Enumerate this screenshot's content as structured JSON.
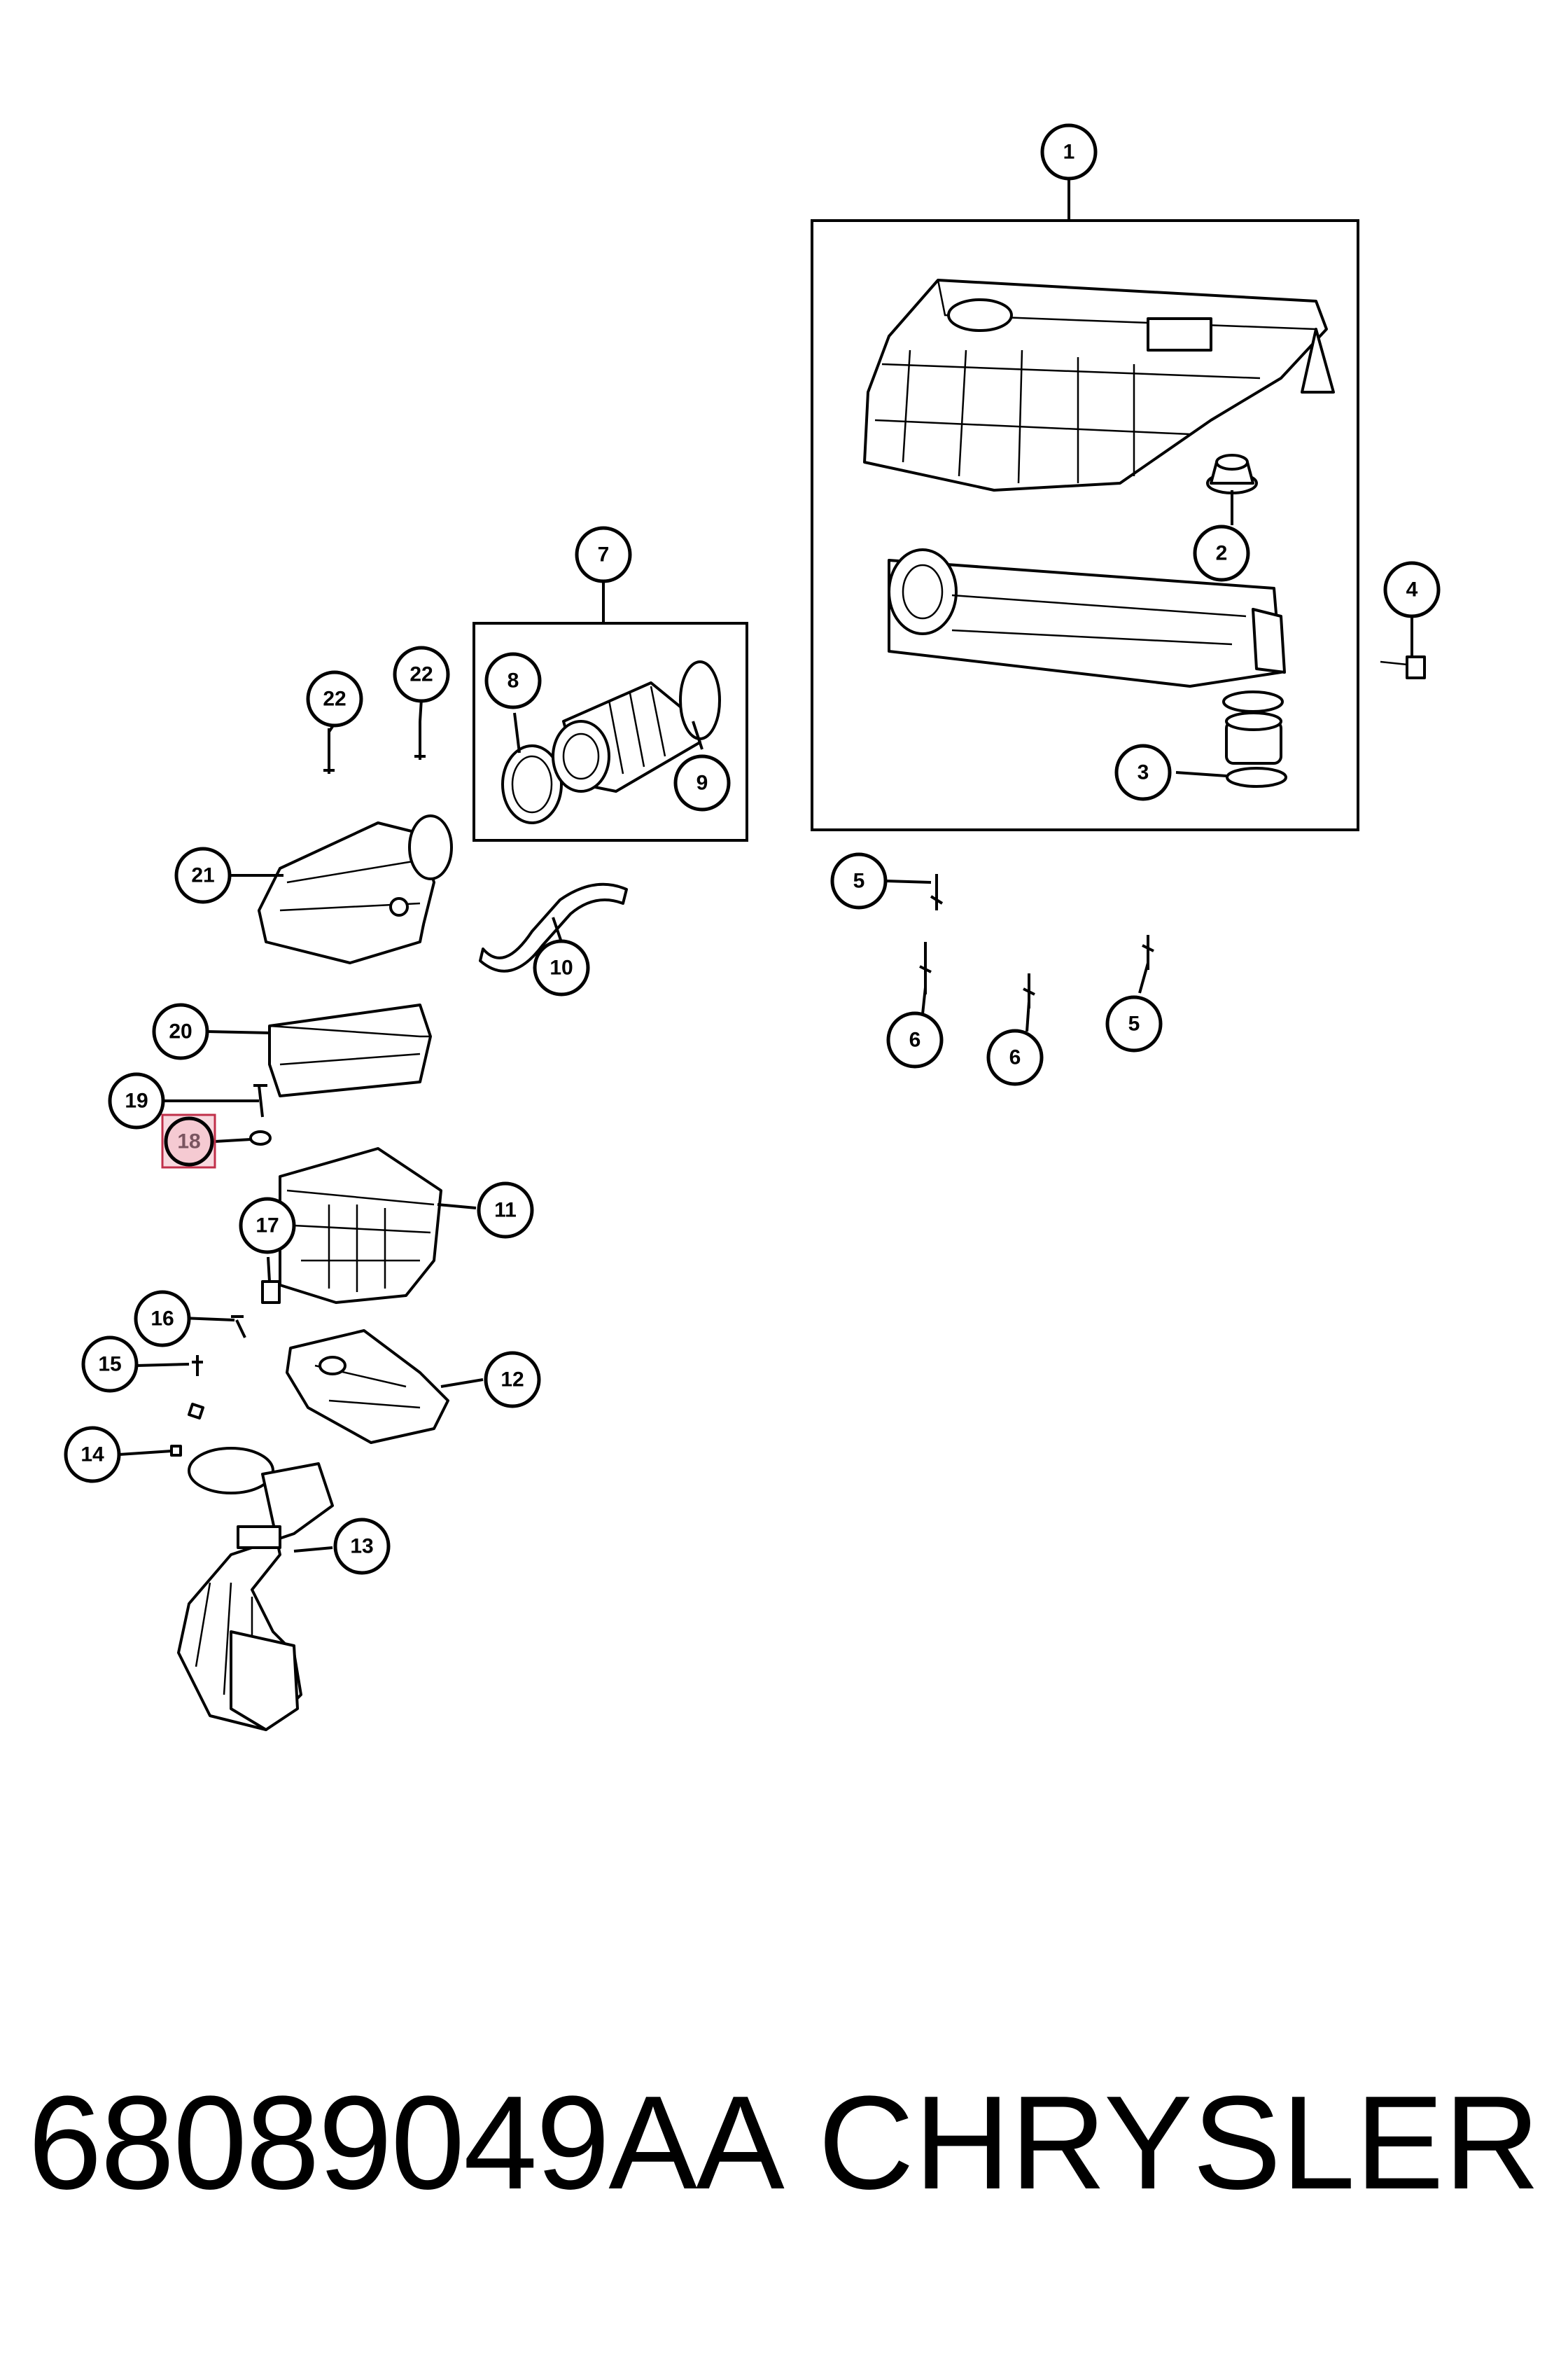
{
  "diagram": {
    "callouts": [
      "1",
      "2",
      "3",
      "4",
      "5",
      "5",
      "6",
      "6",
      "7",
      "8",
      "9",
      "10",
      "11",
      "12",
      "13",
      "14",
      "15",
      "16",
      "17",
      "18",
      "19",
      "20",
      "21",
      "22",
      "22"
    ],
    "highlighted_callout": "18",
    "highlight_color": "#c0304a"
  },
  "footer": {
    "part_number": "68089049AA",
    "brand": "CHRYSLER"
  }
}
